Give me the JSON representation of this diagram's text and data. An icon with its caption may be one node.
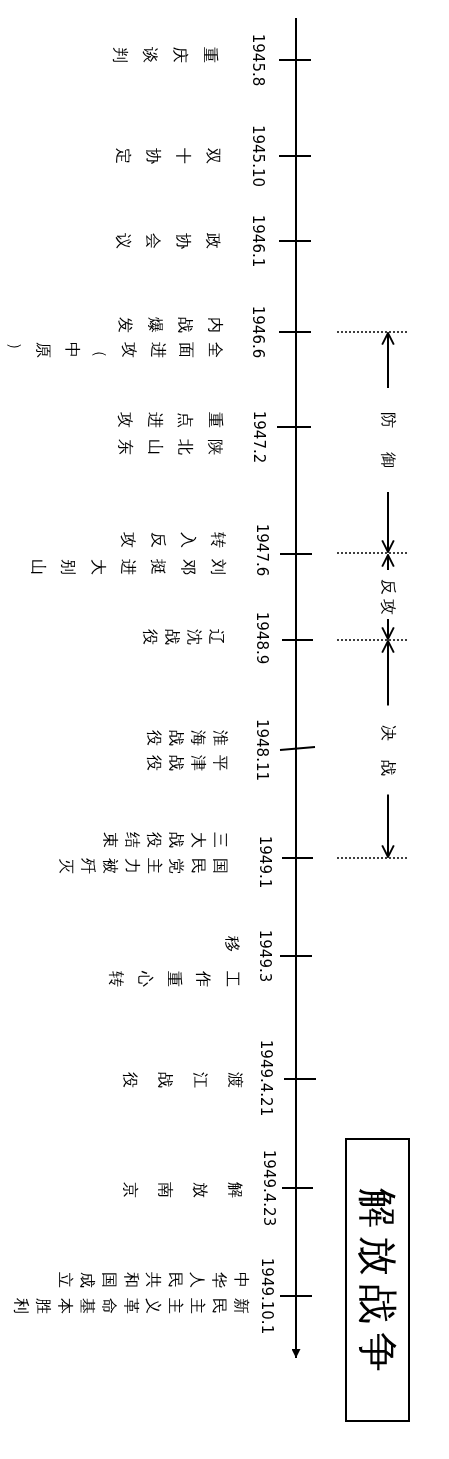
{
  "diagram": {
    "nodes": [
      {
        "text": [
          "解放战争"
        ]
      }
    ],
    "labels": [
      "1945.8",
      "重庆谈判",
      "1945.10",
      "双十协定",
      "1946.1",
      "政协会议",
      "1946.6",
      "内战爆发",
      "全面进攻（中原）",
      "防御",
      "1947.2",
      "重点进攻",
      "陕北山东",
      "1947.6",
      "转入反攻",
      "刘邓挺进大别山",
      "反攻",
      "1948.9",
      "辽沈战役",
      "决战",
      "1948.11",
      "淮海战役",
      "平津战役",
      "1949.1",
      "三大战役结束",
      "国民党主力被歼灭",
      "1949.3",
      "工作重心转移",
      "1949.4.21",
      "渡江战役",
      "1949.4.23",
      "解放南京",
      "1949.10.1",
      "中华人民共和国成立",
      "新民主主义革命基本胜利"
    ]
  }
}
